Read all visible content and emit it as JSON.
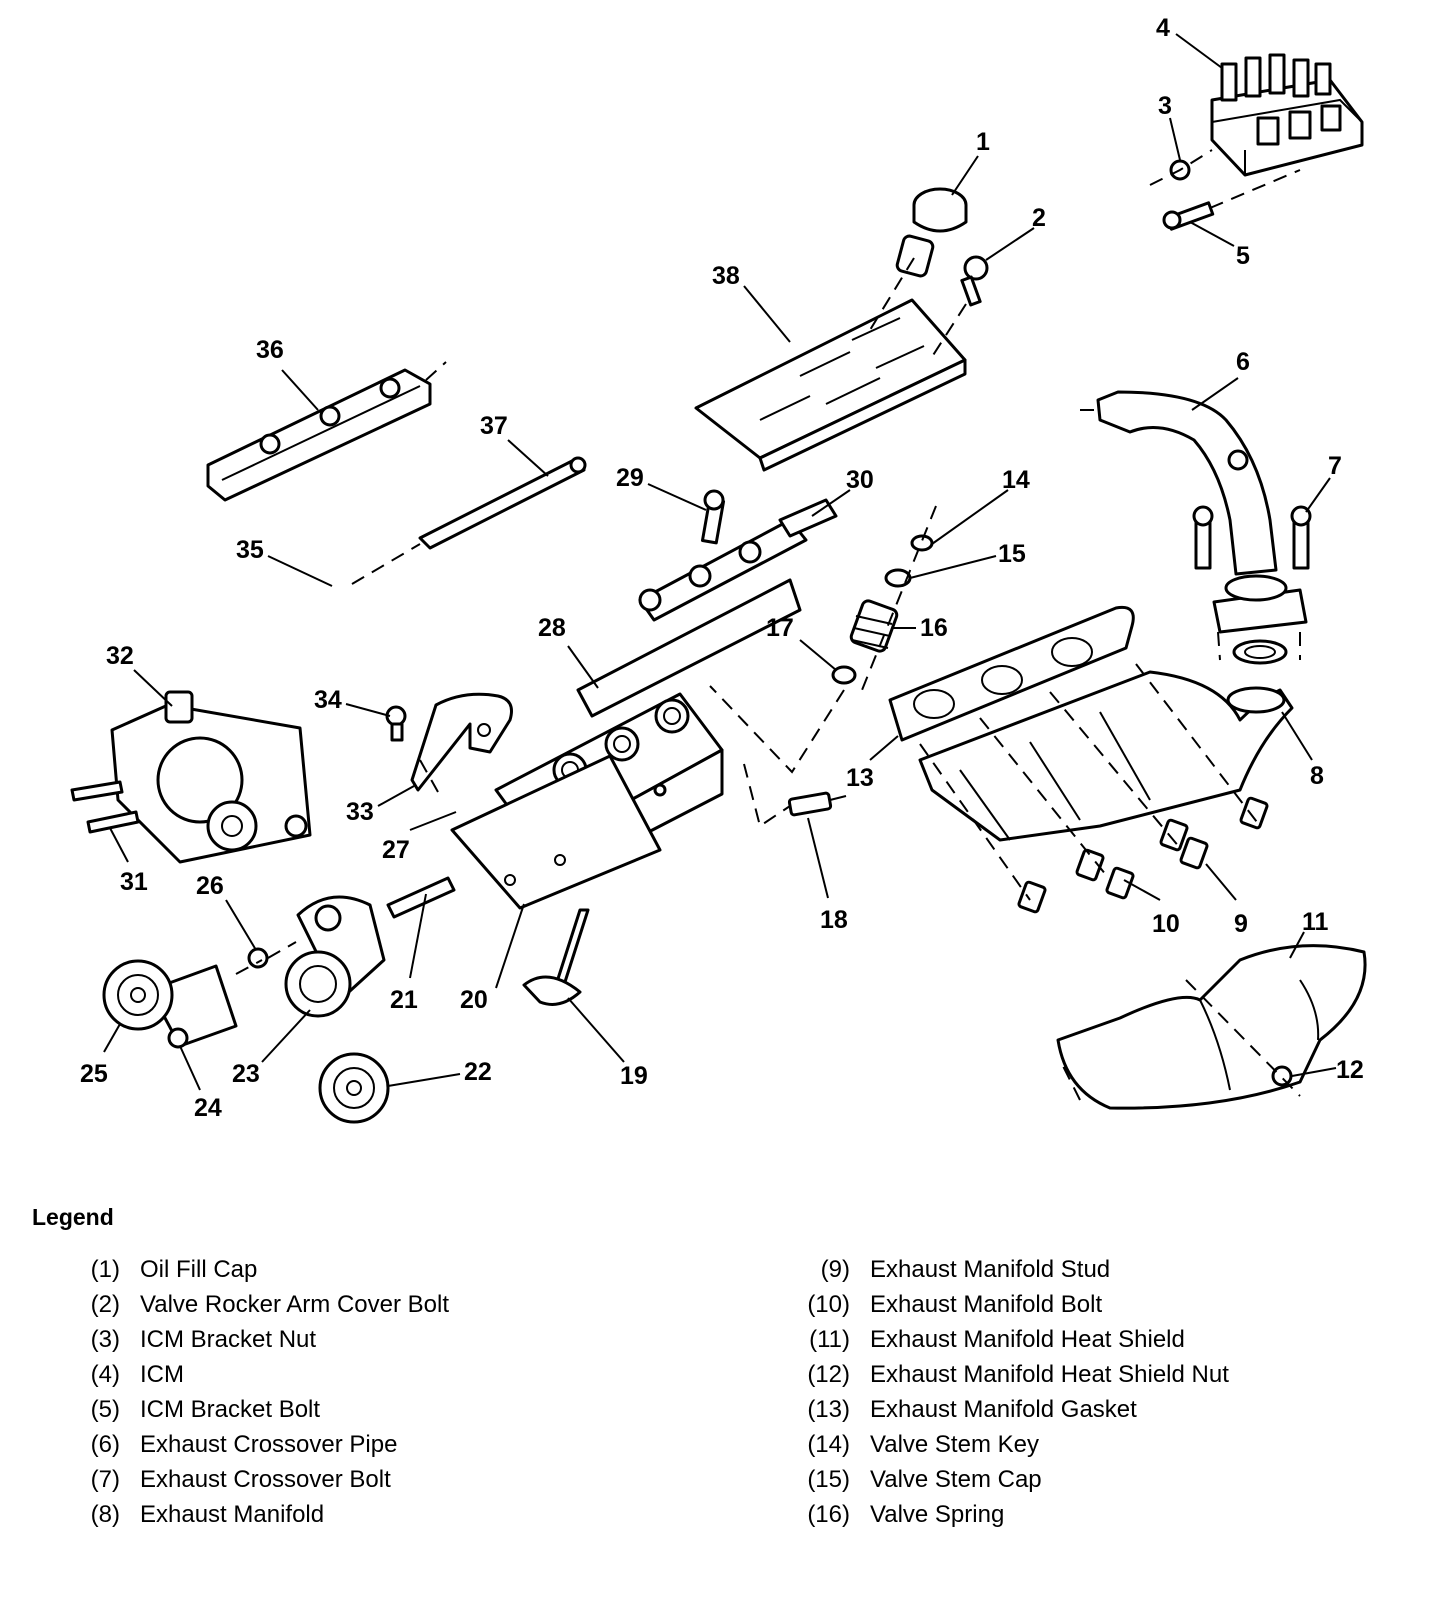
{
  "callouts": [
    "1",
    "2",
    "3",
    "4",
    "5",
    "6",
    "7",
    "8",
    "9",
    "10",
    "11",
    "12",
    "13",
    "14",
    "15",
    "16",
    "17",
    "18",
    "19",
    "20",
    "21",
    "22",
    "23",
    "24",
    "25",
    "26",
    "27",
    "28",
    "29",
    "30",
    "31",
    "32",
    "33",
    "34",
    "35",
    "36",
    "37",
    "38"
  ],
  "legend": {
    "title": "Legend",
    "left": [
      {
        "num": "(1)",
        "label": "Oil Fill Cap"
      },
      {
        "num": "(2)",
        "label": "Valve Rocker Arm Cover Bolt"
      },
      {
        "num": "(3)",
        "label": "ICM Bracket Nut"
      },
      {
        "num": "(4)",
        "label": "ICM"
      },
      {
        "num": "(5)",
        "label": "ICM Bracket Bolt"
      },
      {
        "num": "(6)",
        "label": "Exhaust Crossover Pipe"
      },
      {
        "num": "(7)",
        "label": "Exhaust Crossover Bolt"
      },
      {
        "num": "(8)",
        "label": "Exhaust Manifold"
      }
    ],
    "right": [
      {
        "num": "(9)",
        "label": "Exhaust Manifold Stud"
      },
      {
        "num": "(10)",
        "label": "Exhaust Manifold Bolt"
      },
      {
        "num": "(11)",
        "label": "Exhaust Manifold Heat Shield"
      },
      {
        "num": "(12)",
        "label": "Exhaust Manifold Heat Shield Nut"
      },
      {
        "num": "(13)",
        "label": "Exhaust Manifold Gasket"
      },
      {
        "num": "(14)",
        "label": "Valve Stem Key"
      },
      {
        "num": "(15)",
        "label": "Valve Stem Cap"
      },
      {
        "num": "(16)",
        "label": "Valve Spring"
      }
    ]
  }
}
